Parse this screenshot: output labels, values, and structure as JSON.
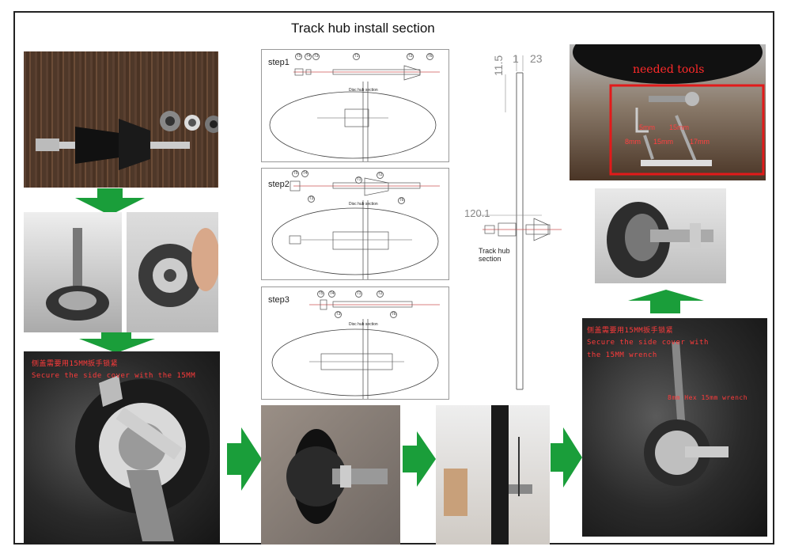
{
  "title": "Track hub install section",
  "steps": [
    "step1",
    "step2",
    "step3"
  ],
  "step_tags": {
    "step1": [
      "T5",
      "T4",
      "T3",
      "T1",
      "T2",
      "T6"
    ],
    "step2": [
      "T5",
      "T4",
      "T3",
      "T1",
      "T2",
      "T6"
    ],
    "step3": [
      "T5",
      "T4",
      "T1",
      "T2",
      "T3",
      "T6"
    ]
  },
  "section_label": "Disc hub section",
  "track_section_label": "Track hub section",
  "dims": {
    "width_top": "23",
    "width_top_left": "1",
    "height_left": "11.5",
    "spacing": "120.1"
  },
  "tools": {
    "title": "needed tools",
    "labels": [
      "5mm",
      "15mm",
      "8mm",
      "15mm",
      "17mm"
    ]
  },
  "captions": {
    "bottom_left_cn": "侧盖需要用15MM扳手锁紧",
    "bottom_left_en": "Secure the side cover with the 15MM",
    "right_cn": "侧盖需要用15MM扳手锁紧",
    "right_en_1": "Secure the side cover with",
    "right_en_2": "the 15MM wrench",
    "right_wrench": "8mm Hex 15mm wrench"
  },
  "colors": {
    "arrow": "#1a9e3a",
    "tool_box": "#e21a1a",
    "caption": "#ff3b3b"
  }
}
